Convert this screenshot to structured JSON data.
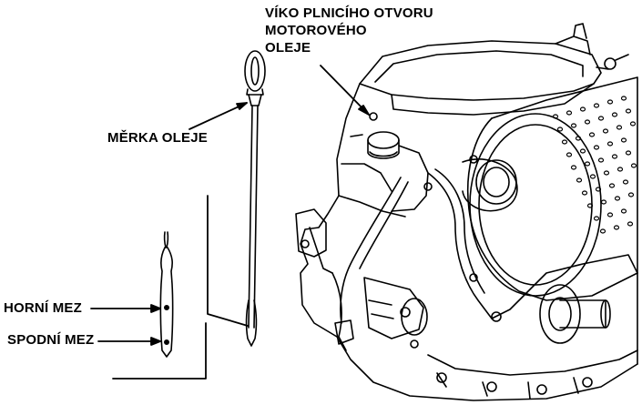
{
  "labels": {
    "oil_fill_cap": [
      "VÍKO PLNICÍHO OTVORU",
      "MOTOROVÉHO",
      "OLEJE"
    ],
    "dipstick": "MĚRKA OLEJE",
    "upper_limit": "HORNÍ MEZ",
    "lower_limit": "SPODNÍ MEZ"
  },
  "colors": {
    "line": "#000000",
    "background": "#ffffff"
  }
}
